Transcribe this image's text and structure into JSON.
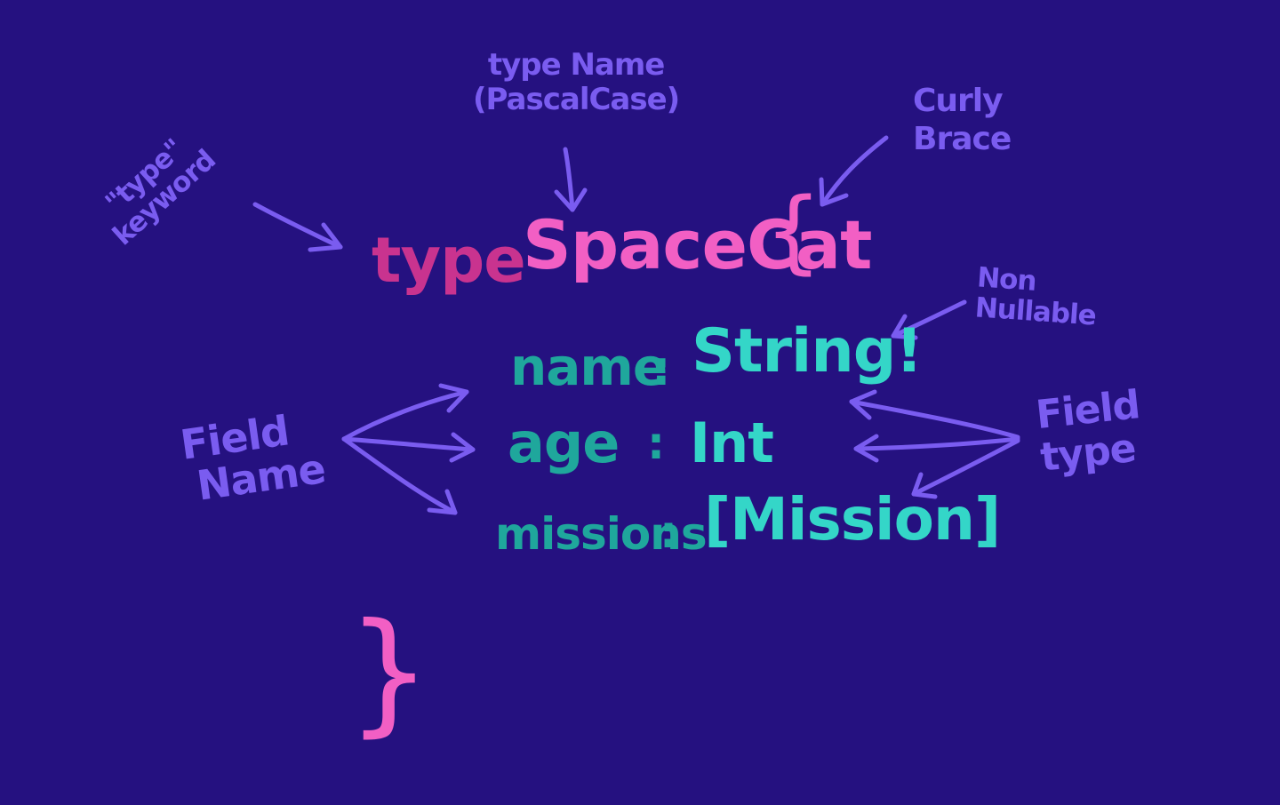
{
  "colors": {
    "background": "#251180",
    "annotation": "#7a5cf0",
    "keyword": "#c9338f",
    "type_name": "#f25fc4",
    "field_name": "#1fa79c",
    "field_type": "#34d6c8"
  },
  "annotations": {
    "type_keyword": {
      "line1": "\"type\"",
      "line2": "keyword"
    },
    "type_name": {
      "line1": "type Name",
      "line2": "(PascalCase)"
    },
    "curly_brace": {
      "line1": "Curly",
      "line2": "Brace"
    },
    "non_nullable": {
      "line1": "Non",
      "line2": "Nullable"
    },
    "field_name": {
      "line1": "Field",
      "line2": "Name"
    },
    "field_type": {
      "line1": "Field",
      "line2": "type"
    }
  },
  "code": {
    "keyword": "type",
    "type_name": "SpaceCat",
    "open_brace": "{",
    "close_brace": "}",
    "fields": [
      {
        "name": "name",
        "colon": ":",
        "type": "String!"
      },
      {
        "name": "age",
        "colon": ":",
        "type": "Int"
      },
      {
        "name": "missions",
        "colon": ":",
        "type": "[Mission]"
      }
    ]
  }
}
